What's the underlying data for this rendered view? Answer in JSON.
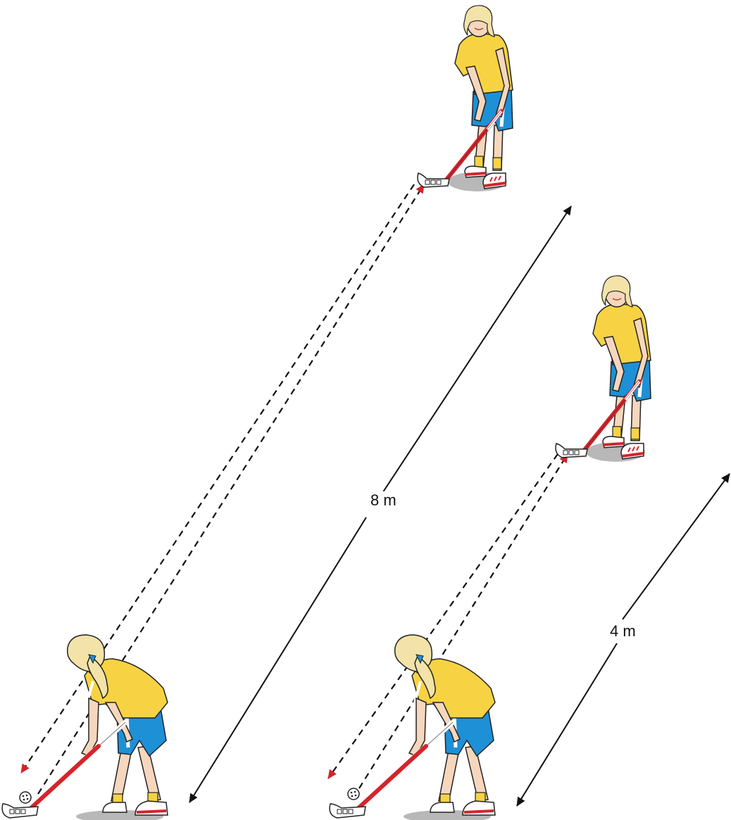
{
  "labels": {
    "long_distance": "8 m",
    "short_distance": "4 m"
  },
  "colors": {
    "shirt": "#f7d343",
    "shorts": "#1e90d6",
    "skin": "#f6d7bd",
    "hair": "#f4e3a8",
    "stick_shaft": "#d4242b",
    "arrowhead_red": "#d4242b",
    "shadow": "#b8b8b8",
    "line": "#111111"
  },
  "figures": [
    {
      "role": "passer",
      "pose": "bent"
    },
    {
      "role": "receiver",
      "pose": "standing"
    },
    {
      "role": "passer",
      "pose": "bent"
    },
    {
      "role": "receiver",
      "pose": "standing"
    }
  ],
  "icons": {
    "ball": "floorball-icon",
    "stick": "floorball-stick-icon"
  }
}
